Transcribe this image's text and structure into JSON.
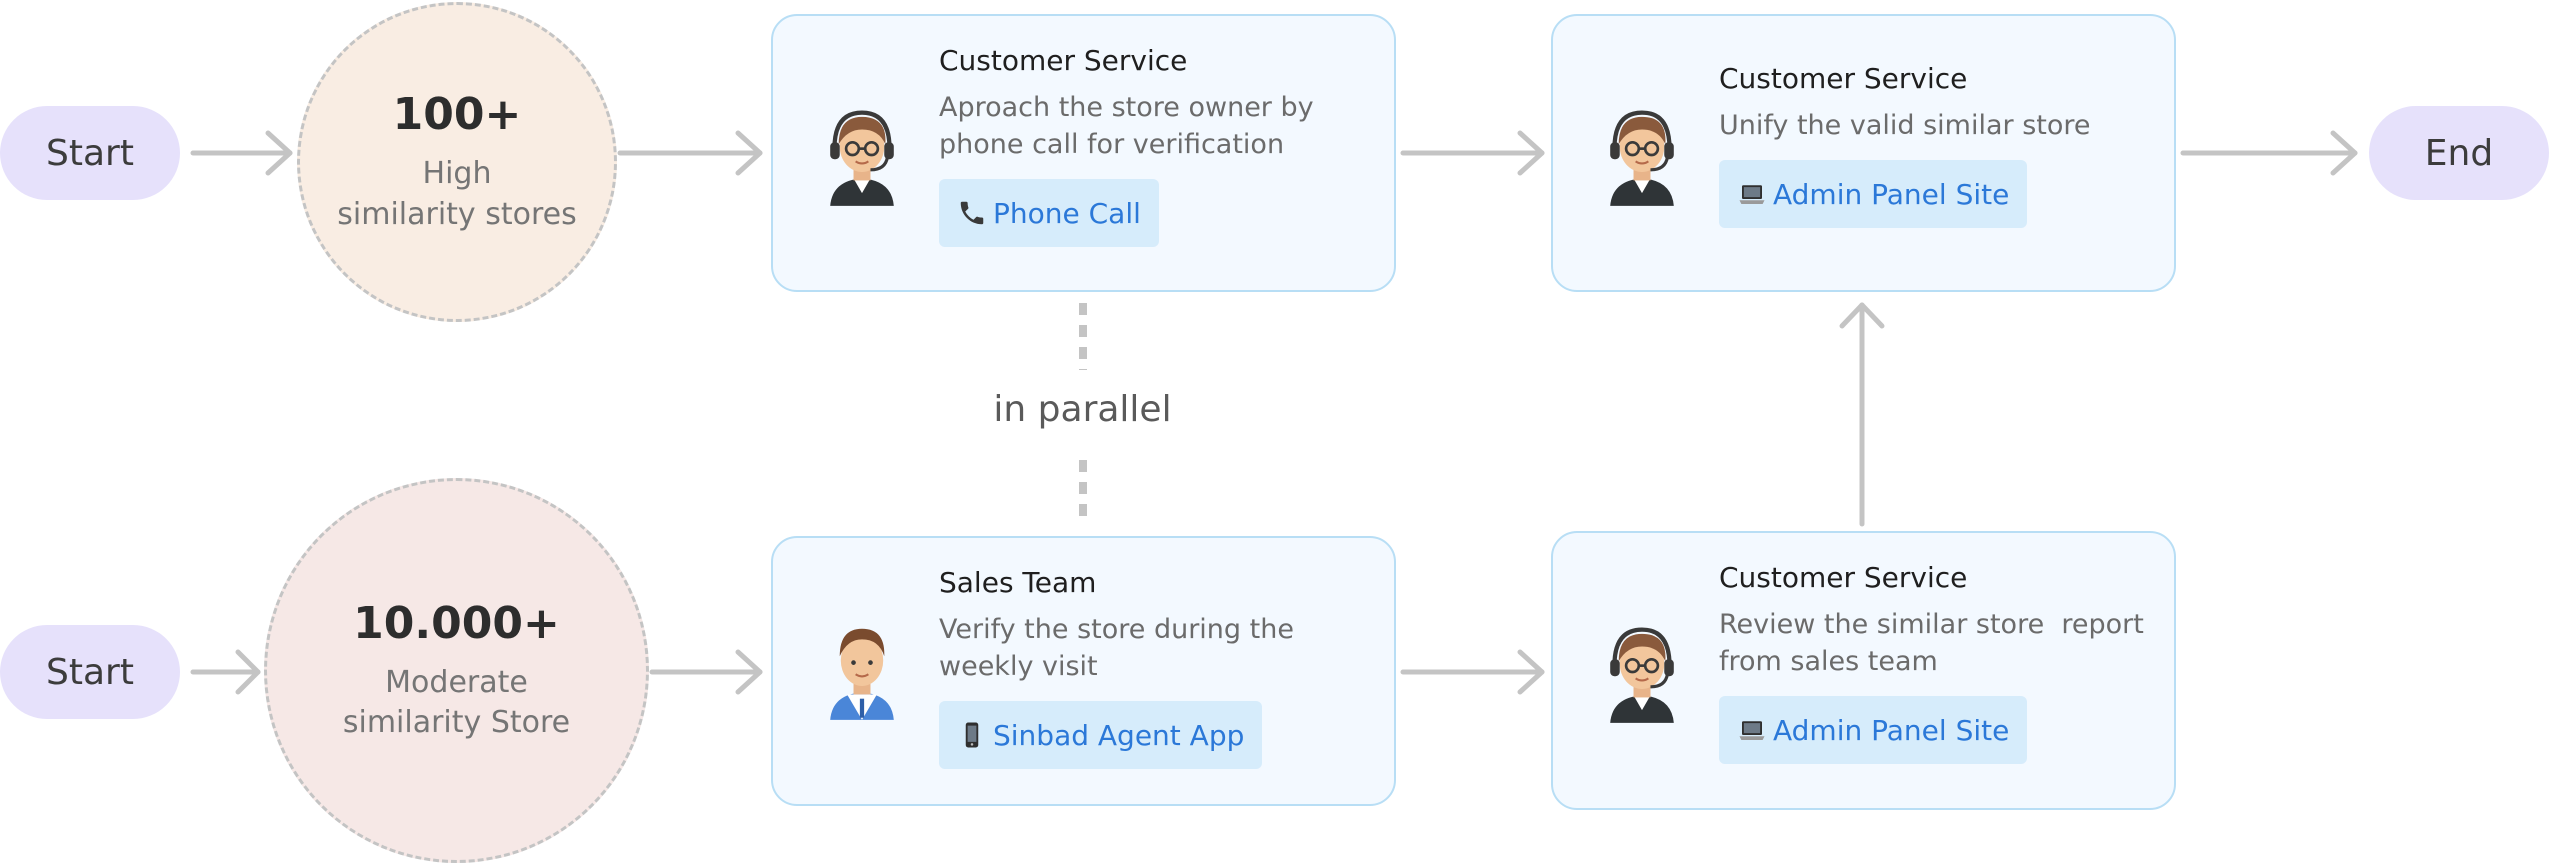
{
  "start_top": "Start",
  "start_bottom": "Start",
  "end": "End",
  "circle_high": {
    "count": "100+",
    "line1": "High",
    "line2": "similarity stores"
  },
  "circle_moderate": {
    "count": "10.000+",
    "line1": "Moderate",
    "line2": "similarity Store"
  },
  "parallel_label": "in parallel",
  "cards": {
    "verify_phone": {
      "title": "Customer Service",
      "desc_line1": "Aproach the store owner by",
      "desc_line2": "phone call for verification",
      "chip": "Phone Call",
      "chip_icon": "telephone-icon",
      "avatar": "customer-service-agent-icon"
    },
    "unify": {
      "title": "Customer Service",
      "desc_line1": "Unify the valid similar store",
      "chip": "Admin Panel Site",
      "chip_icon": "laptop-icon",
      "avatar": "customer-service-agent-icon"
    },
    "sales_visit": {
      "title": "Sales Team",
      "desc_line1": "Verify the store during the",
      "desc_line2": "weekly visit",
      "chip": "Sinbad Agent App",
      "chip_icon": "mobile-phone-icon",
      "avatar": "salesman-icon"
    },
    "review": {
      "title": "Customer Service",
      "desc_line1": "Review the similar store  report",
      "desc_line2": "from sales team",
      "chip": "Admin Panel Site",
      "chip_icon": "laptop-icon",
      "avatar": "customer-service-agent-icon"
    }
  },
  "colors": {
    "pill_bg": "#e6e1fb",
    "card_bg": "#f3f9ff",
    "card_border": "#b8def5",
    "chip_bg": "#d6ecfb",
    "chip_text": "#2b78d8",
    "arrow": "#c4c4c4",
    "circle_high_bg": "#f9ede3",
    "circle_moderate_bg": "#f6e8e6"
  }
}
